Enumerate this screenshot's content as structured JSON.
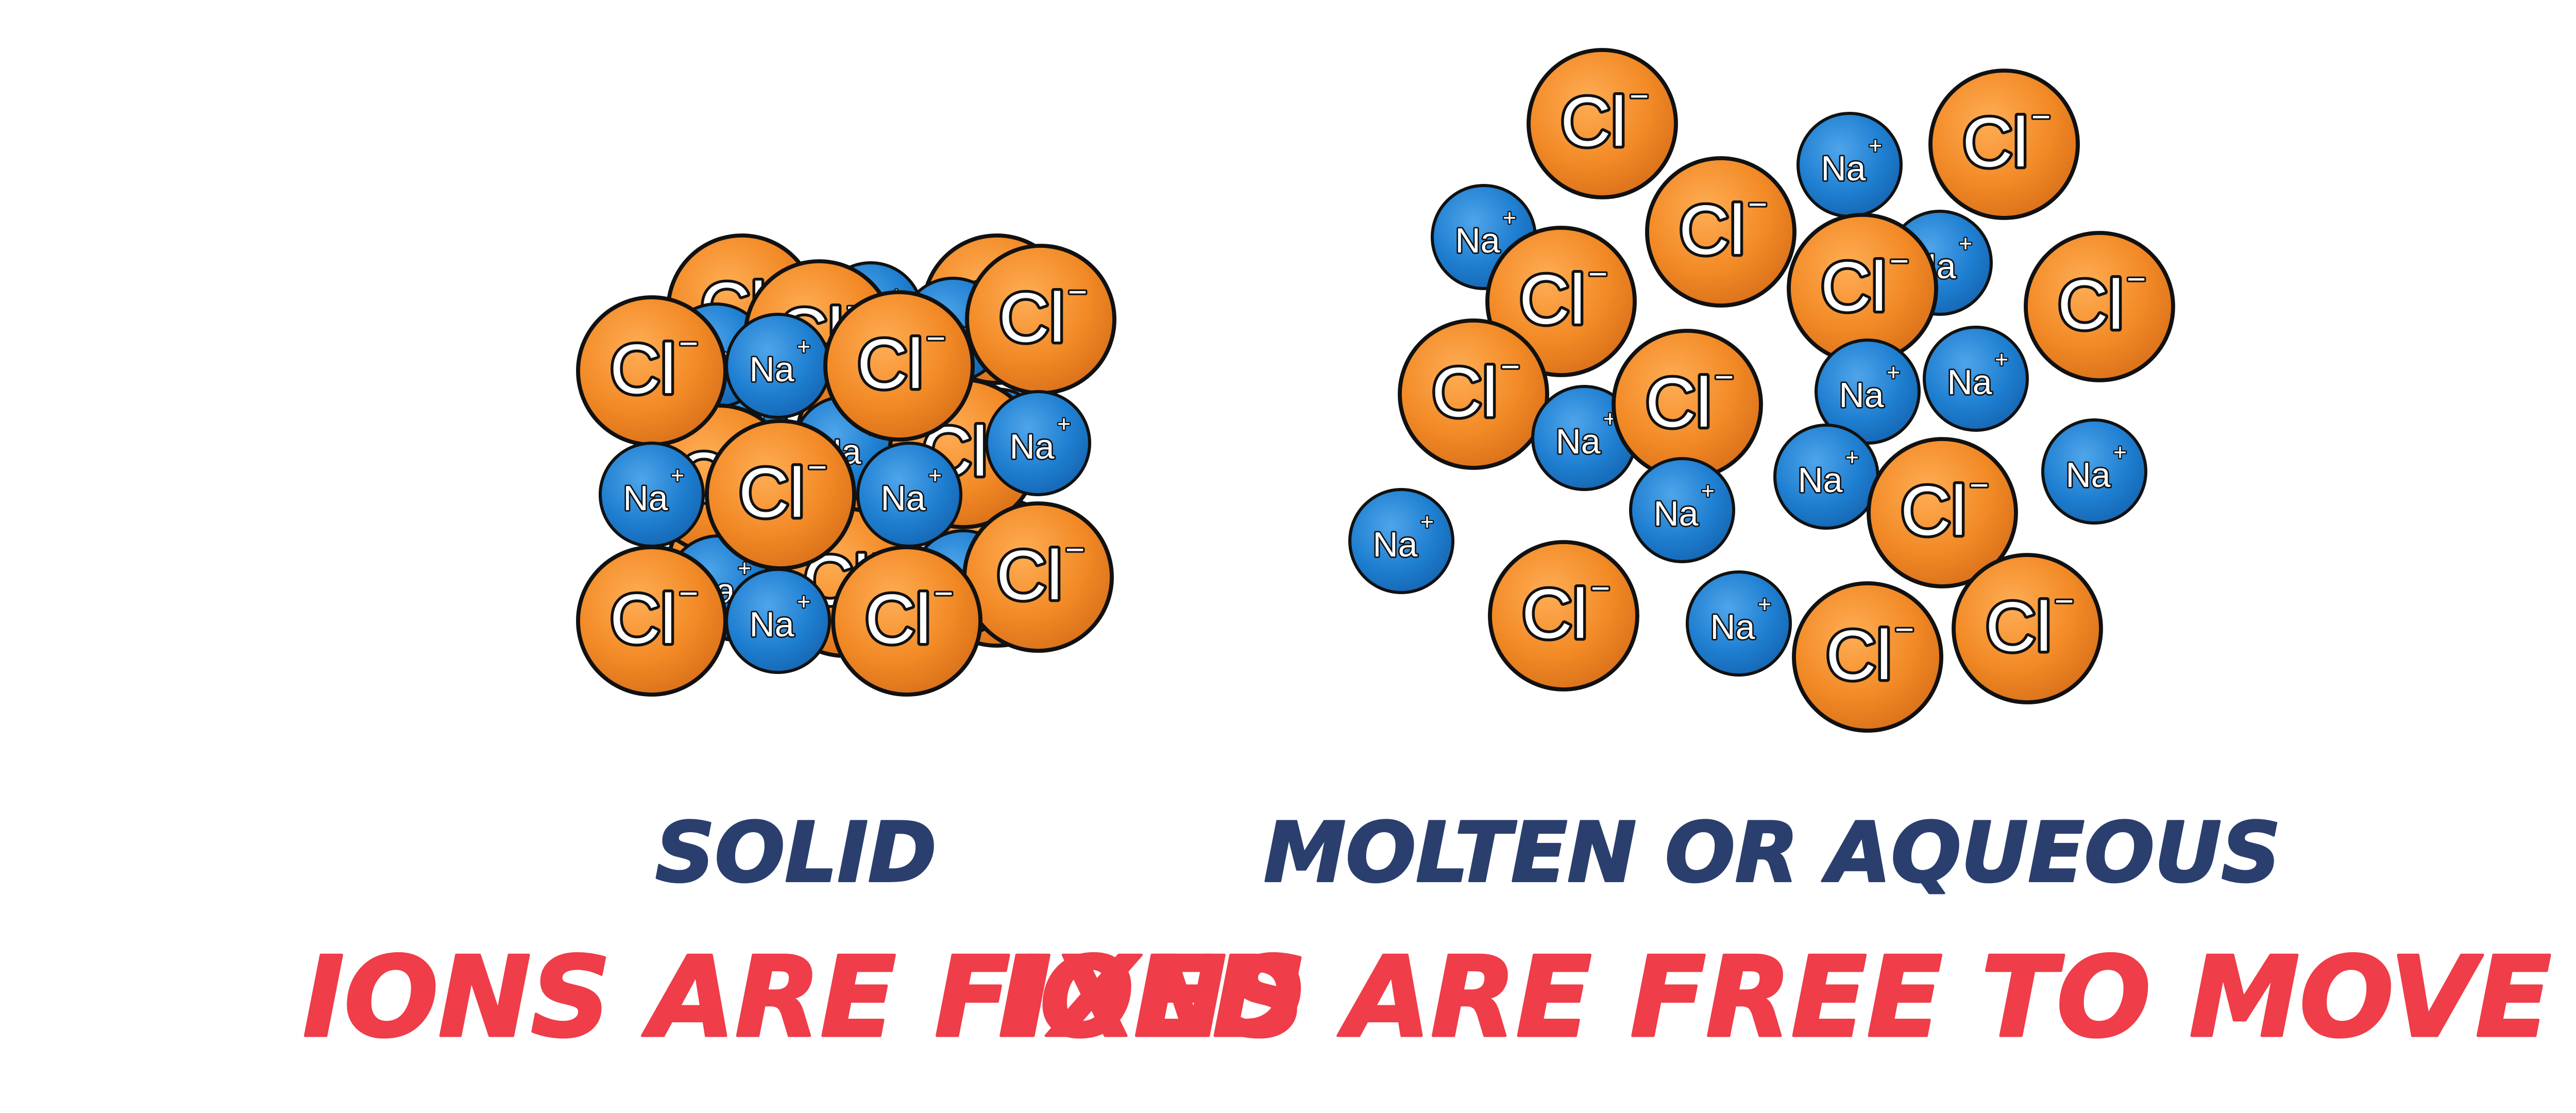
{
  "labels": {
    "cl": "Cl",
    "cl_charge": "−",
    "na": "Na",
    "na_charge": "+"
  },
  "captions": {
    "solid_title": "SOLID",
    "solid_desc": "IONS ARE FIXED",
    "molten_title": "MOLTEN OR AQUEOUS",
    "molten_desc": "IONS ARE FREE TO MOVE"
  },
  "colors": {
    "cl_fill": "#f28a26",
    "cl_highlight": "#ffa64a",
    "na_fill": "#1f7fd1",
    "na_highlight": "#4aa0e8",
    "outline": "#111111",
    "state_text": "#2a3f6d",
    "desc_text": "#ef3d49"
  }
}
